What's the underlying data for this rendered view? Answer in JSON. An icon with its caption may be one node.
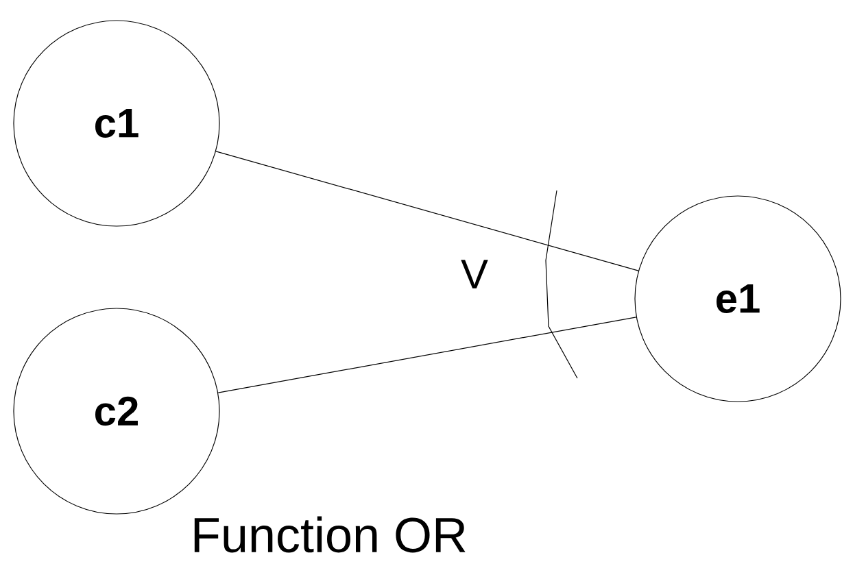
{
  "diagram": {
    "caption": "Function OR",
    "nodes": [
      {
        "text": [
          "c1"
        ]
      },
      {
        "text": [
          "c2"
        ]
      },
      {
        "text": [
          "e1"
        ]
      }
    ],
    "edges": [
      {
        "from": 0,
        "to": 2,
        "arrow": "none"
      },
      {
        "from": 1,
        "to": 2,
        "arrow": "none"
      }
    ],
    "labels": [
      "V"
    ]
  }
}
